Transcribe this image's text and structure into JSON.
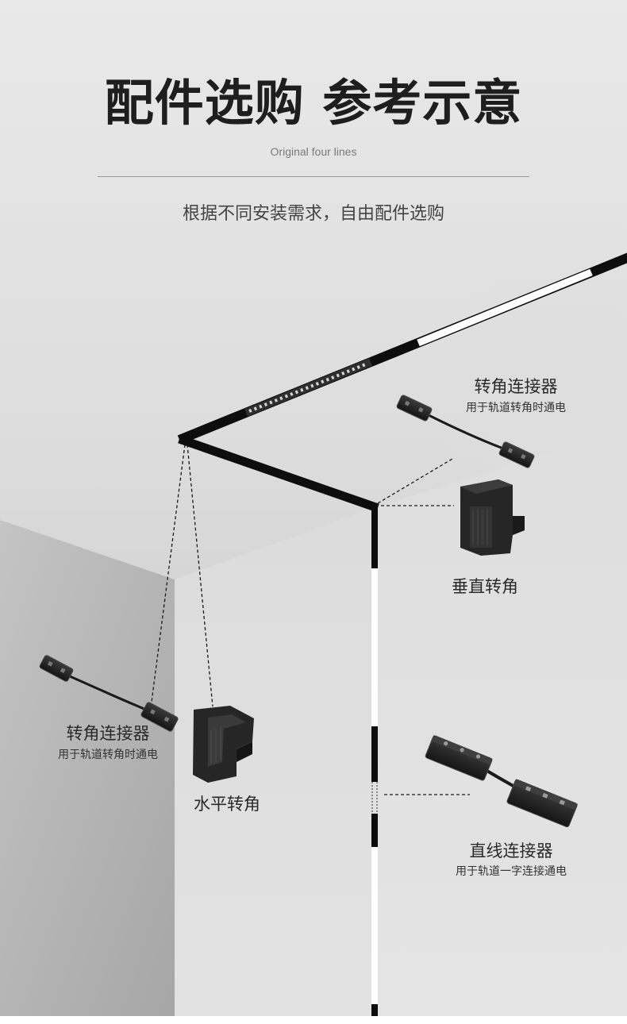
{
  "header": {
    "title": "配件选购 参考示意",
    "subtitle": "Original four lines",
    "description": "根据不同安装需求，自由配件选购"
  },
  "callouts": {
    "corner_connector_right": {
      "title": "转角连接器",
      "caption": "用于轨道转角时通电"
    },
    "vertical_corner": {
      "title": "垂直转角"
    },
    "corner_connector_left": {
      "title": "转角连接器",
      "caption": "用于轨道转角时通电"
    },
    "horizontal_corner": {
      "title": "水平转角"
    },
    "straight_connector": {
      "title": "直线连接器",
      "caption": "用于轨道一字连接通电"
    }
  },
  "colors": {
    "title": "#1e1e1e",
    "track": "#0d0d0d",
    "wall_light": "#e2e2e2",
    "wall_dark": "#ababab",
    "ceiling": "#c4c4c4"
  },
  "icons": [
    "corner-connector-icon",
    "vertical-corner-icon",
    "horizontal-corner-icon",
    "straight-connector-icon",
    "track-rail-icon"
  ]
}
